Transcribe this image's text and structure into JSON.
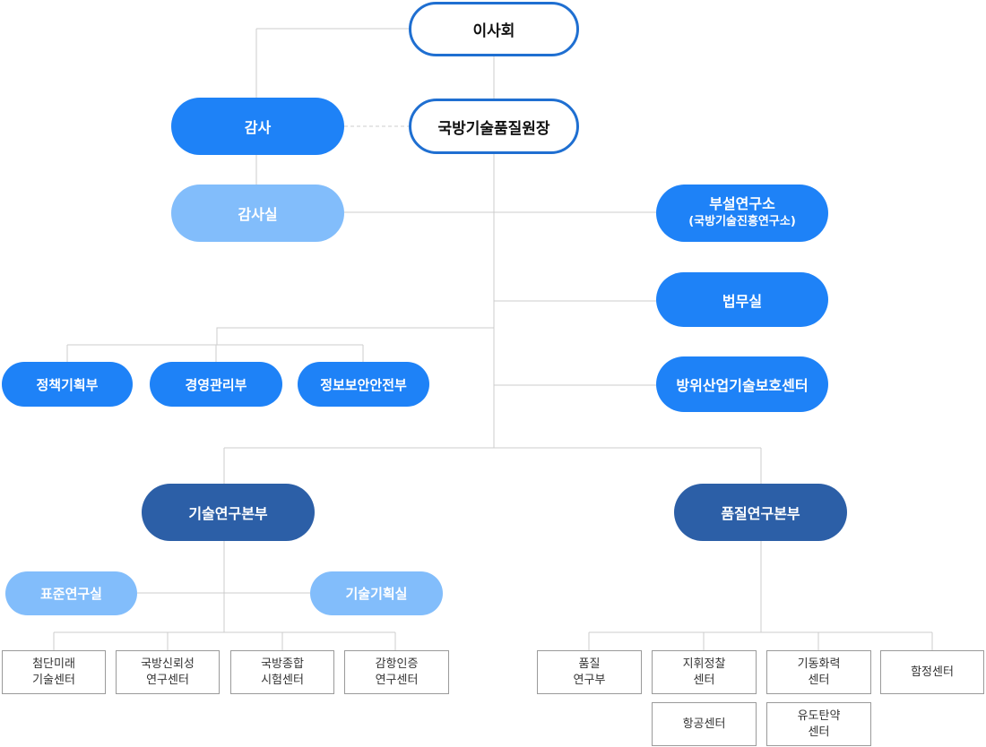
{
  "org": {
    "board": "이사회",
    "president": "국방기술품질원장",
    "audit": "감사",
    "audit_office": "감사실",
    "institute": {
      "line1": "부설연구소",
      "line2": "(국방기술진흥연구소)"
    },
    "legal": "법무실",
    "defense_center": "방위산업기술보호센터",
    "policy_planning": "정책기획부",
    "management": "경영관리부",
    "info_security": "정보보안안전부",
    "tech_hq": "기술연구본부",
    "quality_hq": "품질연구본부",
    "standards_lab": "표준연구실",
    "tech_planning": "기술기획실",
    "tech_centers": [
      "첨단미래\n기술센터",
      "국방신뢰성\n연구센터",
      "국방종합\n시험센터",
      "감항인증\n연구센터"
    ],
    "quality_centers": [
      "품질\n연구부",
      "지휘정찰\n센터",
      "기동화력\n센터",
      "함정센터",
      "항공센터",
      "유도탄약\n센터"
    ]
  },
  "colors": {
    "primary": "#1e82f7",
    "light": "#82bdfb",
    "navy": "#2c5fa7",
    "border": "#1f6fd1",
    "line": "#cccccc"
  }
}
